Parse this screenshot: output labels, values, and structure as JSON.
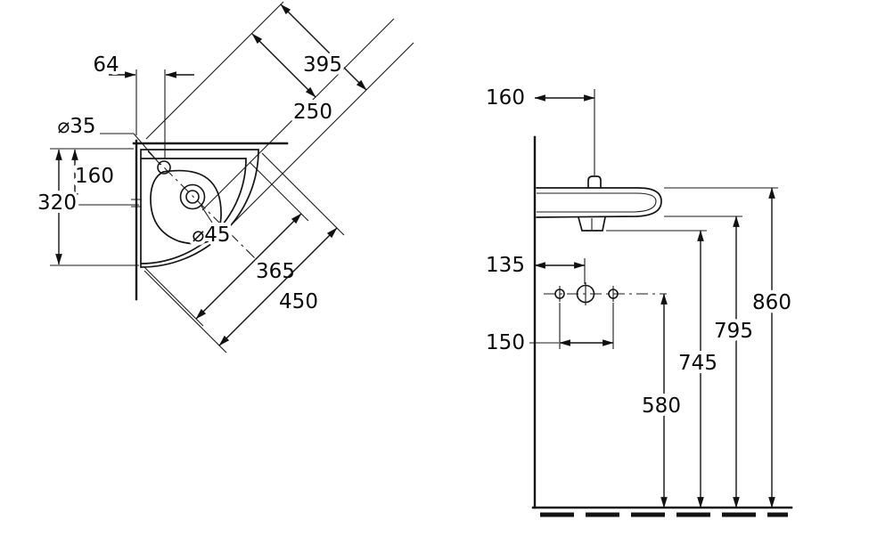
{
  "colors": {
    "line": "#141414",
    "background": "#ffffff"
  },
  "drawing": {
    "plan": {
      "d64": "64",
      "d395": "395",
      "d250": "250",
      "dia35": "⌀35",
      "d160": "160",
      "d320": "320",
      "dia45": "⌀45",
      "d365": "365",
      "d450": "450"
    },
    "side": {
      "d160": "160",
      "d135": "135",
      "d150": "150",
      "d580": "580",
      "d745": "745",
      "d795": "795",
      "d860": "860"
    }
  }
}
